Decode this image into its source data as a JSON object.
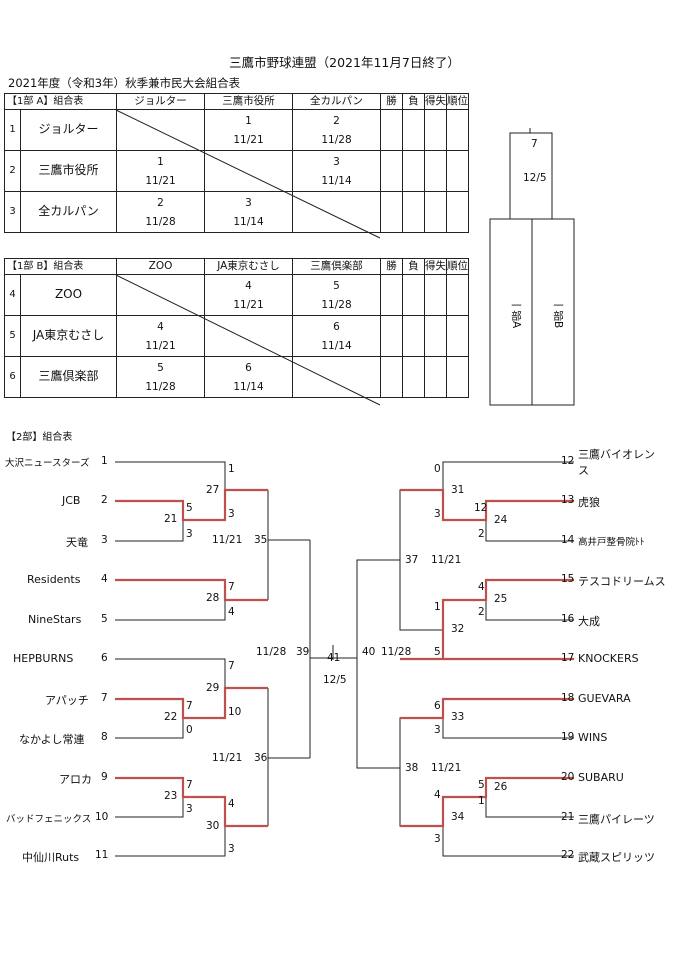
{
  "title": "三鷹市野球連盟（2021年11月7日終了）",
  "subtitle": "2021年度（令和3年）秋季兼市民大会組合表",
  "section_a": {
    "label": "【1部  A】組合表",
    "headers": [
      "ジョルター",
      "三鷹市役所",
      "全カルパン",
      "勝",
      "負",
      "得失",
      "順位"
    ],
    "rows": [
      {
        "no": "1",
        "name": "ジョルター",
        "cells": [
          null,
          {
            "m": "1",
            "d": "11/21"
          },
          {
            "m": "2",
            "d": "11/28"
          }
        ]
      },
      {
        "no": "2",
        "name": "三鷹市役所",
        "cells": [
          {
            "m": "1",
            "d": "11/21"
          },
          null,
          {
            "m": "3",
            "d": "11/14"
          }
        ]
      },
      {
        "no": "3",
        "name": "全カルパン",
        "cells": [
          {
            "m": "2",
            "d": "11/28"
          },
          {
            "m": "3",
            "d": "11/14"
          },
          null
        ]
      }
    ]
  },
  "section_b": {
    "label": "【1部  B】組合表",
    "headers": [
      "ZOO",
      "JA東京むさし",
      "三鷹倶楽部",
      "勝",
      "負",
      "得失",
      "順位"
    ],
    "rows": [
      {
        "no": "4",
        "name": "ZOO",
        "cells": [
          null,
          {
            "m": "4",
            "d": "11/21"
          },
          {
            "m": "5",
            "d": "11/28"
          }
        ]
      },
      {
        "no": "5",
        "name": "JA東京むさし",
        "cells": [
          {
            "m": "4",
            "d": "11/21"
          },
          null,
          {
            "m": "6",
            "d": "11/14"
          }
        ]
      },
      {
        "no": "6",
        "name": "三鷹倶楽部",
        "cells": [
          {
            "m": "5",
            "d": "11/28"
          },
          {
            "m": "6",
            "d": "11/14"
          },
          null
        ]
      }
    ]
  },
  "div1_final": {
    "match": "7",
    "date": "12/5",
    "left": "一部A",
    "right": "一部B"
  },
  "section2_label": "【2部】組合表",
  "teams_left": [
    {
      "no": "1",
      "name": "大沢ニュースターズ"
    },
    {
      "no": "2",
      "name": "JCB"
    },
    {
      "no": "3",
      "name": "天竜"
    },
    {
      "no": "4",
      "name": "Residents"
    },
    {
      "no": "5",
      "name": "NineStars"
    },
    {
      "no": "6",
      "name": "HEPBURNS"
    },
    {
      "no": "7",
      "name": "アパッチ"
    },
    {
      "no": "8",
      "name": "なかよし常連"
    },
    {
      "no": "9",
      "name": "アロカ"
    },
    {
      "no": "10",
      "name": "バッドフェニックス"
    },
    {
      "no": "11",
      "name": "中仙川Ruts"
    }
  ],
  "teams_right": [
    {
      "no": "12",
      "name": "三鷹バイオレンス"
    },
    {
      "no": "13",
      "name": "虎狼"
    },
    {
      "no": "14",
      "name": "高井戸整骨院ﾄﾄ"
    },
    {
      "no": "15",
      "name": "テスコドリームス"
    },
    {
      "no": "16",
      "name": "大成"
    },
    {
      "no": "17",
      "name": "KNOCKERS"
    },
    {
      "no": "18",
      "name": "GUEVARA"
    },
    {
      "no": "19",
      "name": "WINS"
    },
    {
      "no": "20",
      "name": "SUBARU"
    },
    {
      "no": "21",
      "name": "三鷹パイレーツ"
    },
    {
      "no": "22",
      "name": "武蔵スピリッツ"
    }
  ],
  "bracket_labels": {
    "m21": "21",
    "m27": "27",
    "m28": "28",
    "m35": "35",
    "m29": "29",
    "m22": "22",
    "m23": "23",
    "m30": "30",
    "m36": "36",
    "m39": "39",
    "m31": "31",
    "m24": "24",
    "m37": "37",
    "m25": "25",
    "m32": "32",
    "m33": "33",
    "m26": "26",
    "m34": "34",
    "m38": "38",
    "m40": "40",
    "m41": "41",
    "d_l35": "11/21",
    "d_l36": "11/21",
    "d_l39": "11/28",
    "d_r37": "11/21",
    "d_r38": "11/21",
    "d_r40": "11/28",
    "d_final": "12/5"
  },
  "scores": {
    "s1": "1",
    "s21a": "5",
    "s21b": "3",
    "s27b": "3",
    "s28a": "7",
    "s28b": "4",
    "s6": "7",
    "s22a": "7",
    "s22b": "0",
    "s29b": "10",
    "s23a": "7",
    "s23b": "3",
    "s30a": "4",
    "s11": "3",
    "s12": "0",
    "s31b": "3",
    "s24a": "12",
    "s24b": "2",
    "s25a": "4",
    "s25b": "2",
    "s32a": "1",
    "s32b": "5",
    "s33a": "6",
    "s33b": "3",
    "s26a": "5",
    "s26b": "1",
    "s34a": "4",
    "s34b": "3"
  },
  "colors": {
    "winner_line": "#c0504d",
    "line": "#222222"
  }
}
